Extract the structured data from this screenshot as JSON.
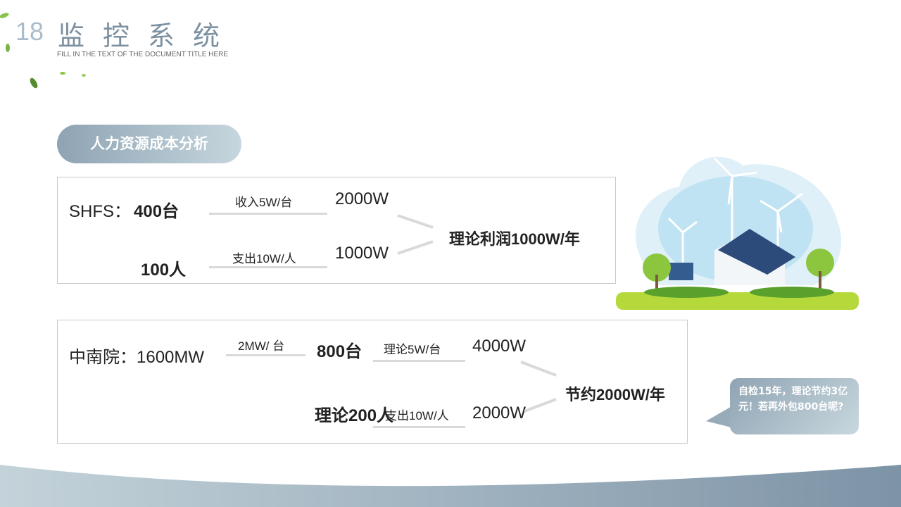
{
  "header": {
    "number": "18",
    "title": "监控系统",
    "subtitle": "FILL IN THE TEXT OF THE DOCUMENT TITLE HERE"
  },
  "section_label": "人力资源成本分析",
  "shfs": {
    "label": "SHFS：",
    "units": "400台",
    "income_label": "收入5W/台",
    "income": "2000W",
    "people": "100人",
    "expense_label": "支出10W/人",
    "expense": "1000W",
    "result": "理论利润1000W/年"
  },
  "znd": {
    "label": "中南院：1600MW",
    "rate_label": "2MW/ 台",
    "units": "800台",
    "income_label": "理论5W/台",
    "income": "4000W",
    "people": "理论200人",
    "expense_label": "支出10W/人",
    "expense": "2000W",
    "result": "节约2000W/年"
  },
  "bubble": "自检15年，理论节约3亿元！若再外包800台呢?",
  "colors": {
    "accent": "#8ea3b3",
    "title": "#7b90a1"
  }
}
